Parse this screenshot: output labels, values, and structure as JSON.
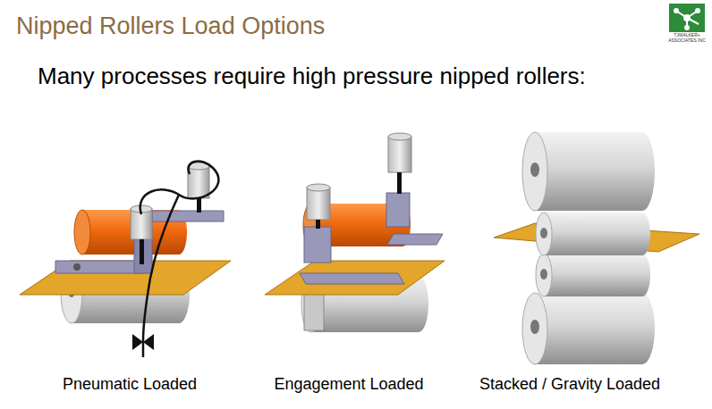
{
  "diagram": {
    "title": "Nipped Rollers Load Options",
    "labels": [
      "Many processes require high pressure nipped rollers:",
      "Pneumatic Loaded",
      "Engagement Loaded",
      "Stacked / Gravity Loaded",
      "TJWALKER+ ASSOCIATES INC"
    ]
  }
}
